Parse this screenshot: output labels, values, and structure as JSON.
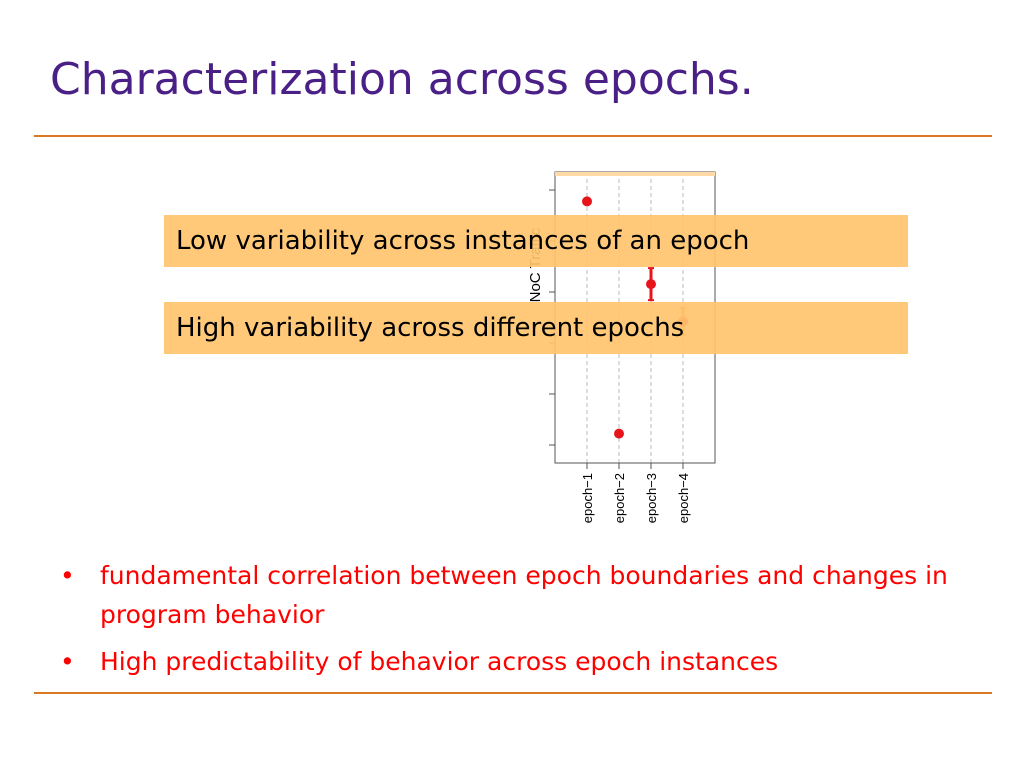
{
  "slide": {
    "title": "Characterization across epochs."
  },
  "callouts": [
    "Low variability across instances of an epoch",
    "High variability across different epochs"
  ],
  "bullets": [
    "fundamental correlation between epoch boundaries and changes in program behavior",
    "High predictability of behavior across epoch instances"
  ],
  "bullet_symbol": "•",
  "colors": {
    "title": "#4a1f86",
    "rule": "#d97a23",
    "callout_fill": "#ffc46e",
    "bullet_text": "#ff0000",
    "point": "#e8141c",
    "error_bar": "#e8141c",
    "error_bar_alt": "#f07a20"
  },
  "chart_data": {
    "type": "scatter",
    "ylabel": "NoC Traffic",
    "categories": [
      "epoch−1",
      "epoch−2",
      "epoch−3",
      "epoch−4"
    ],
    "values": [
      0.95,
      0.08,
      0.64,
      0.5
    ],
    "error_low": [
      0.95,
      0.08,
      0.58,
      0.45
    ],
    "error_high": [
      0.95,
      0.08,
      0.7,
      0.55
    ],
    "ylim": [
      0,
      1
    ],
    "grid": "vertical dashed",
    "yticks_count": 6
  }
}
